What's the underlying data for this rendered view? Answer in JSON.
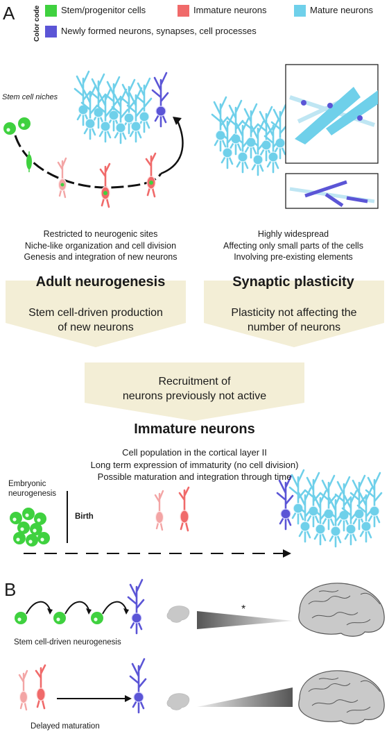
{
  "panels": {
    "a": "A",
    "b": "B"
  },
  "legend": {
    "title": "Color code",
    "items": [
      {
        "label": "Stem/progenitor cells",
        "color": "#3fd13f"
      },
      {
        "label": "Immature neurons",
        "color": "#f06a6a"
      },
      {
        "label": "Mature neurons",
        "color": "#6fd0ea"
      },
      {
        "label": "Newly formed neurons, synapses, cell processes",
        "color": "#5b55d6"
      }
    ]
  },
  "top": {
    "stem_niche": "Stem cell niches",
    "left_lines": [
      "Restricted to neurogenic sites",
      "Niche-like organization and cell division",
      "Genesis and integration of new neurons"
    ],
    "right_lines": [
      "Highly widespread",
      "Affecting only small parts of the cells",
      "Involving pre-existing elements"
    ],
    "left_heading": "Adult neurogenesis",
    "right_heading": "Synaptic plasticity"
  },
  "boxes": {
    "left": [
      "Stem cell-driven production",
      "of new neurons"
    ],
    "right": [
      "Plasticity not affecting the",
      "number of neurons"
    ],
    "center": [
      "Recruitment of",
      "neurons previously not active"
    ]
  },
  "immature": {
    "heading": "Immature neurons",
    "lines": [
      "Cell population in the cortical layer II",
      "Long term expression of immaturity (no cell division)",
      "Possible maturation and integration through time"
    ],
    "embryonic": [
      "Embryonic",
      "neurogenesis"
    ],
    "birth": "Birth"
  },
  "panel_b": {
    "row1_label": "Stem cell-driven neurogenesis",
    "row2_label": "Delayed maturation",
    "asterisk": "*"
  },
  "colors": {
    "green": "#3fd13f",
    "red": "#f06a6a",
    "red_light": "#f3a5a5",
    "cyan": "#6fd0ea",
    "blue": "#5b55d6",
    "box": "#f3eed6"
  }
}
